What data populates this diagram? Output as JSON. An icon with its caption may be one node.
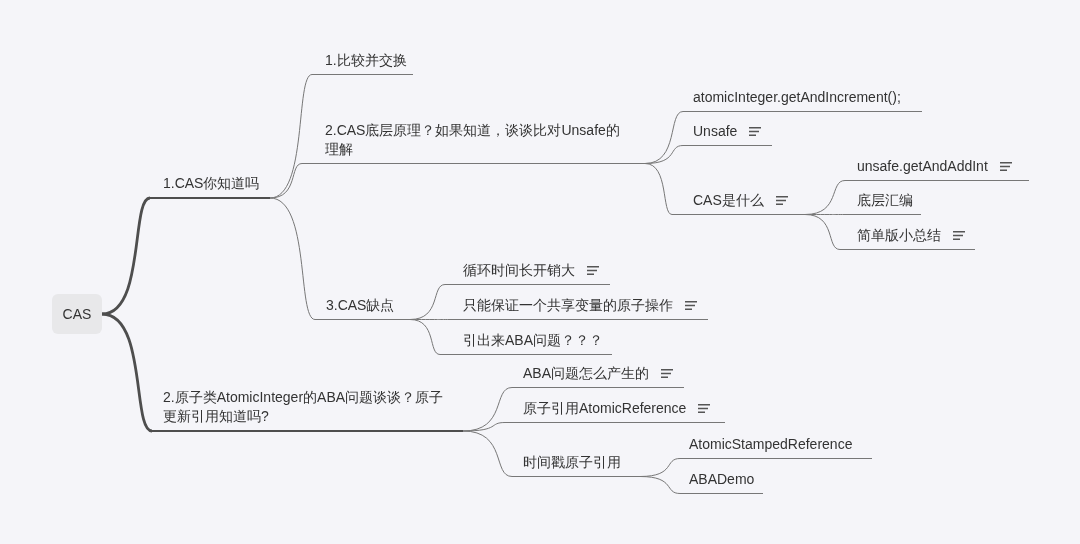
{
  "diagram": {
    "nodes": [
      {
        "text": [
          "CAS"
        ]
      },
      {
        "text": [
          "1.CAS你知道吗"
        ]
      },
      {
        "text": [
          "1.比较并交换"
        ]
      },
      {
        "text": [
          "2.CAS底层原理？如果知道，谈谈比对Unsafe的理解"
        ]
      },
      {
        "text": [
          "atomicInteger.getAndIncrement();"
        ]
      },
      {
        "text": [
          "Unsafe"
        ]
      },
      {
        "text": [
          "CAS是什么"
        ]
      },
      {
        "text": [
          "unsafe.getAndAddInt"
        ]
      },
      {
        "text": [
          "底层汇编"
        ]
      },
      {
        "text": [
          "简单版小总结"
        ]
      },
      {
        "text": [
          "3.CAS缺点"
        ]
      },
      {
        "text": [
          "循环时间长开销大"
        ]
      },
      {
        "text": [
          "只能保证一个共享变量的原子操作"
        ]
      },
      {
        "text": [
          "引出来ABA问题？？？"
        ]
      },
      {
        "text": [
          "2.原子类AtomicInteger的ABA问题谈谈？原子更新引用知道吗?"
        ]
      },
      {
        "text": [
          "ABA问题怎么产生的"
        ]
      },
      {
        "text": [
          "原子引用AtomicReference"
        ]
      },
      {
        "text": [
          "时间戳原子引用"
        ]
      },
      {
        "text": [
          "AtomicStampedReference"
        ]
      },
      {
        "text": [
          "ABADemo"
        ]
      }
    ],
    "edges": [
      {
        "from": 0,
        "to": 1,
        "arrow": "none",
        "style": "thick"
      },
      {
        "from": 1,
        "to": 2,
        "arrow": "none"
      },
      {
        "from": 1,
        "to": 3,
        "arrow": "none"
      },
      {
        "from": 3,
        "to": 4,
        "arrow": "none"
      },
      {
        "from": 3,
        "to": 5,
        "arrow": "none"
      },
      {
        "from": 3,
        "to": 6,
        "arrow": "none"
      },
      {
        "from": 6,
        "to": 7,
        "arrow": "none"
      },
      {
        "from": 6,
        "to": 8,
        "arrow": "none"
      },
      {
        "from": 6,
        "to": 9,
        "arrow": "none"
      },
      {
        "from": 1,
        "to": 10,
        "arrow": "none"
      },
      {
        "from": 10,
        "to": 11,
        "arrow": "none"
      },
      {
        "from": 10,
        "to": 12,
        "arrow": "none"
      },
      {
        "from": 10,
        "to": 13,
        "arrow": "none"
      },
      {
        "from": 0,
        "to": 14,
        "arrow": "none",
        "style": "thick"
      },
      {
        "from": 14,
        "to": 15,
        "arrow": "none"
      },
      {
        "from": 14,
        "to": 16,
        "arrow": "none"
      },
      {
        "from": 14,
        "to": 17,
        "arrow": "none"
      },
      {
        "from": 17,
        "to": 18,
        "arrow": "none"
      },
      {
        "from": 17,
        "to": 19,
        "arrow": "none"
      }
    ]
  }
}
